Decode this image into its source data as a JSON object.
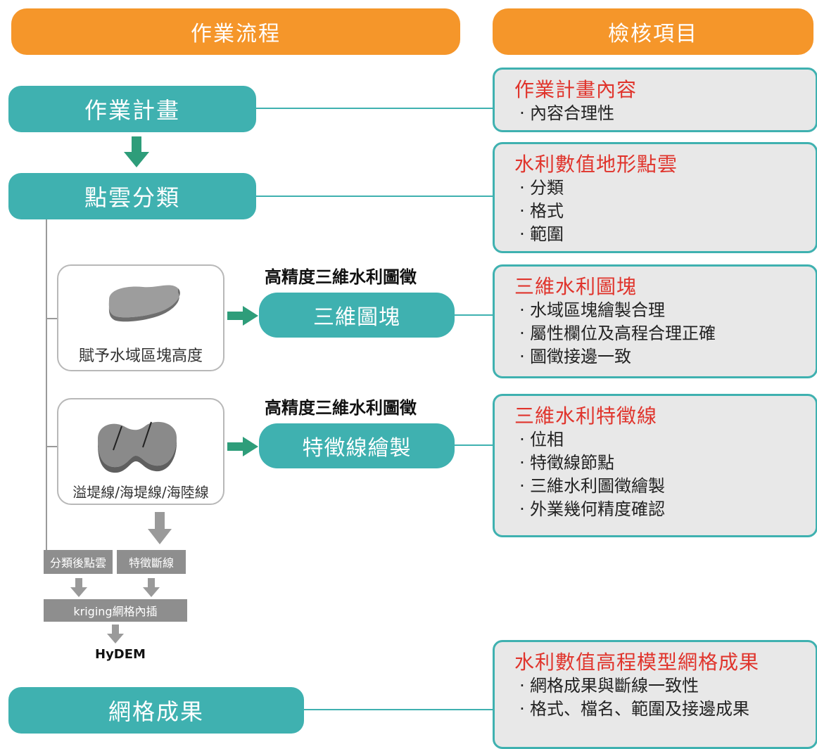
{
  "headers": {
    "process": "作業流程",
    "check": "檢核項目"
  },
  "steps": {
    "plan": "作業計畫",
    "classify": "點雲分類",
    "result": "網格成果"
  },
  "branch1": {
    "image_caption": "賦予水域區塊高度",
    "sublabel": "高精度三維水利圖徵",
    "pill": "三維圖塊"
  },
  "branch2": {
    "image_caption": "溢堤線/海堤線/海陸線",
    "sublabel": "高精度三維水利圖徵",
    "pill": "特徵線繪製"
  },
  "hydem": {
    "classified_cloud": "分類後點雲",
    "breakline": "特徵斷線",
    "kriging": "kriging網格內插",
    "output": "HyDEM"
  },
  "cards": [
    {
      "title": "作業計畫內容",
      "items": [
        "內容合理性"
      ]
    },
    {
      "title": "水利數值地形點雲",
      "items": [
        "分類",
        "格式",
        "範圍"
      ]
    },
    {
      "title": "三維水利圖塊",
      "items": [
        "水域區塊繪製合理",
        "屬性欄位及高程合理正確",
        "圖徵接邊一致"
      ]
    },
    {
      "title": "三維水利特徵線",
      "items": [
        "位相",
        "特徵線節點",
        "三維水利圖徵繪製",
        "外業幾何精度確認"
      ]
    },
    {
      "title": "水利數值高程模型網格成果",
      "items": [
        "網格成果與斷線一致性",
        "格式、檔名、範圍及接邊成果"
      ]
    }
  ],
  "colors": {
    "header": "#f5962a",
    "step": "#3fb1b0",
    "card_title": "#e0342c",
    "card_bg": "#e8e8e8",
    "gray_box": "#8e8e8e"
  }
}
